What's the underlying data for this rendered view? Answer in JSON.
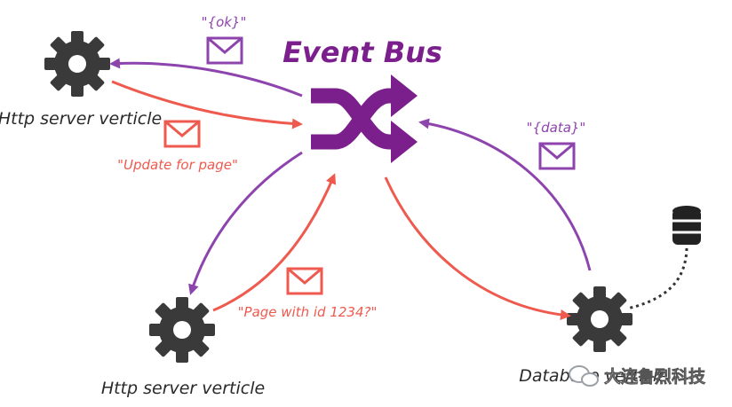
{
  "title": "Event Bus",
  "nodes": {
    "http_top": {
      "label": "Http server verticle"
    },
    "http_bottom": {
      "label": "Http server verticle"
    },
    "database": {
      "label": "Database verticle"
    }
  },
  "messages": {
    "ok": "\"{ok}\"",
    "update": "\"Update for page\"",
    "page_id": "\"Page with id 1234?\"",
    "data": "\"{data}\""
  },
  "watermark": "大连鲁烈科技",
  "colors": {
    "purple": "#8e44ad",
    "bus_purple": "#7b1f8c",
    "red": "#ef5a4f",
    "gear": "#3a3a3a",
    "text_dark": "#2a2a2a",
    "watermark_icon": "#9aa0a6"
  },
  "icons": [
    "gear-icon",
    "envelope-icon",
    "shuffle-icon",
    "database-icon",
    "wechat-icon"
  ]
}
